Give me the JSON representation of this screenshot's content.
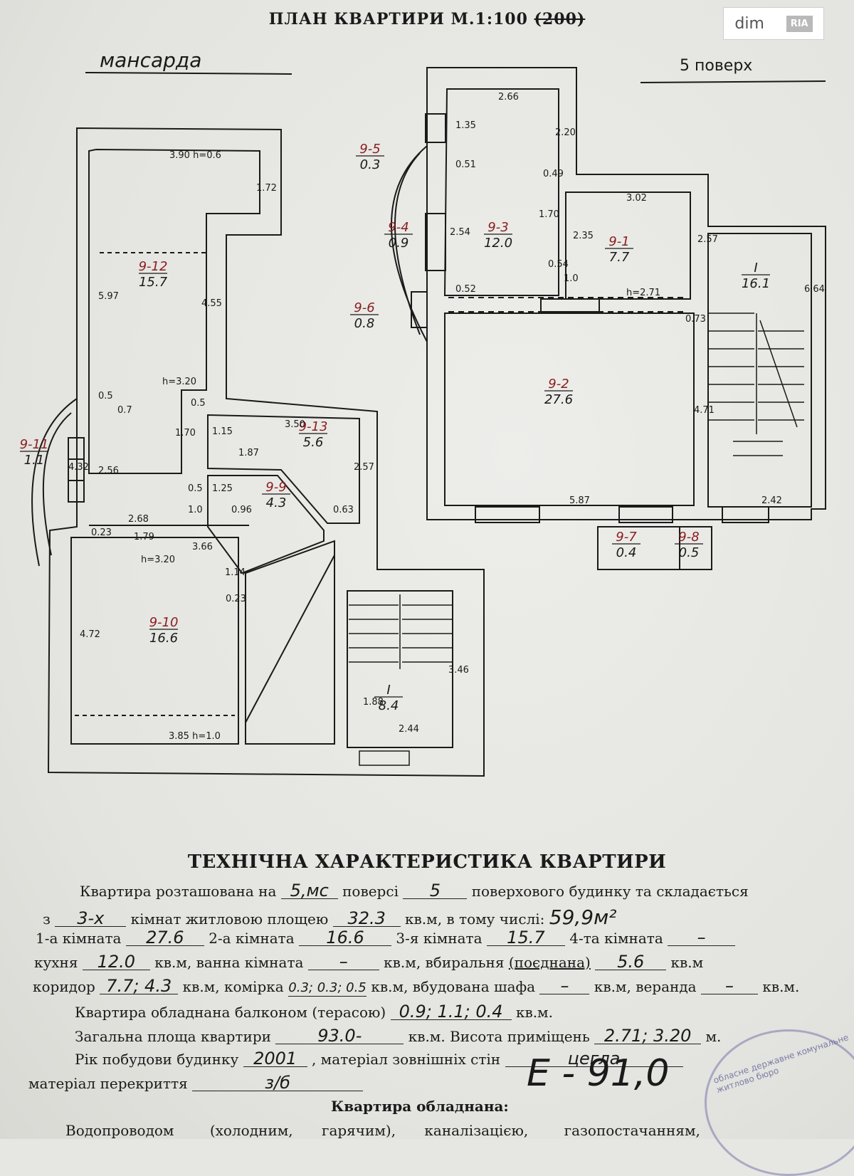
{
  "title": {
    "main": "ПЛАН КВАРТИРИ М.1:100",
    "struck": "(200)"
  },
  "logo": {
    "left": "dim",
    "right": "RIA"
  },
  "floors": {
    "left": "мансарда",
    "right": "5 поверх"
  },
  "rooms": [
    {
      "id": "9-1",
      "area": "7.7"
    },
    {
      "id": "9-2",
      "area": "27.6"
    },
    {
      "id": "9-3",
      "area": "12.0"
    },
    {
      "id": "9-4",
      "area": "0.9"
    },
    {
      "id": "9-5",
      "area": "0.3"
    },
    {
      "id": "9-6",
      "area": "0.8"
    },
    {
      "id": "9-7",
      "area": "0.4"
    },
    {
      "id": "9-8",
      "area": "0.5"
    },
    {
      "id": "9-9",
      "area": "4.3"
    },
    {
      "id": "9-10",
      "area": "16.6"
    },
    {
      "id": "9-11",
      "area": "1.1"
    },
    {
      "id": "9-12",
      "area": "15.7"
    },
    {
      "id": "9-13",
      "area": "5.6"
    },
    {
      "id": "I",
      "area": "16.1"
    },
    {
      "id": "I",
      "area": "8.4"
    }
  ],
  "dims": [
    "2.66",
    "1.35",
    "2.20",
    "0.51",
    "0.49",
    "3.02",
    "2.57",
    "2.54",
    "1.70",
    "2.35",
    "0.54",
    "0.52",
    "h=2.71",
    "1.0",
    "0.73",
    "6.64",
    "4.71",
    "5.87",
    "2.42",
    "3.90 h=0.6",
    "1.72",
    "5.97",
    "4.55",
    "h=3.20",
    "0.5",
    "0.7",
    "1.70",
    "0.5",
    "3.50",
    "1.15",
    "1.87",
    "2.57",
    "1.25",
    "0.5",
    "1.0",
    "0.96",
    "0.63",
    "2.68",
    "0.23",
    "1.79",
    "3.66",
    "h=3.20",
    "1.14",
    "0.23",
    "4.72",
    "3.85 h=1.0",
    "1.88",
    "3.46",
    "2.44",
    "4.32",
    "2.56"
  ],
  "tech": {
    "title": "ТЕХНІЧНА ХАРАКТЕРИСТИКА КВАРТИРИ",
    "l1": {
      "a": "Квартира розташована на",
      "floor": "5,мс",
      "b": "поверсі",
      "floors": "5",
      "c": "поверхового будинку та складається"
    },
    "l2": {
      "a": "з",
      "rooms": "3-х",
      "b": "кімнат житловою площею",
      "living": "32.3",
      "c": "кв.м, в тому числі:",
      "note": "59,9м²"
    },
    "l3": {
      "a": "1-а кімната",
      "r1": "27.6",
      "b": "2-а кімната",
      "r2": "16.6",
      "c": "3-я кімната",
      "r3": "15.7",
      "d": "4-та кімната",
      "r4": "–"
    },
    "l4": {
      "a": "кухня",
      "kitchen": "12.0",
      "b": "кв.м, ванна кімната",
      "bath": "–",
      "c": "кв.м, вбиральня",
      "c2": "(поєднана)",
      "wc": "5.6",
      "d": "кв.м"
    },
    "l5": {
      "a": "коридор",
      "corr": "7.7; 4.3",
      "b": "кв.м,  комірка",
      "store": "0.3; 0.3; 0.5",
      "c": "кв.м, вбудована шафа",
      "ward": "–",
      "d": "кв.м, веранда",
      "veranda": "–",
      "e": "кв.м."
    },
    "l6": {
      "a": "Квартира обладнана балконом (терасою)",
      "balc": "0.9; 1.1; 0.4",
      "b": "кв.м."
    },
    "l7": {
      "a": "Загальна площа квартири",
      "total": "93.0-",
      "b": "кв.м.   Висота приміщень",
      "height": "2.71; 3.20",
      "c": "м."
    },
    "l8": {
      "a": "Рік побудови будинку",
      "year": "2001",
      "b": ", матеріал зовнішніх стін",
      "walls": "цегла"
    },
    "l9": {
      "a": "матеріал перекриття",
      "floor_mat": "з/б"
    },
    "l10": {
      "a": "Квартира обладнана:",
      "sig": "Е - 91,0"
    },
    "l11": {
      "a": "Водопроводом",
      "b": "(холодним,",
      "c": "гарячим),",
      "d": "каналізацією,",
      "e": "газопостачанням,"
    }
  },
  "stamp": {
    "text": "обласне державне комунальне житлово бюро"
  }
}
